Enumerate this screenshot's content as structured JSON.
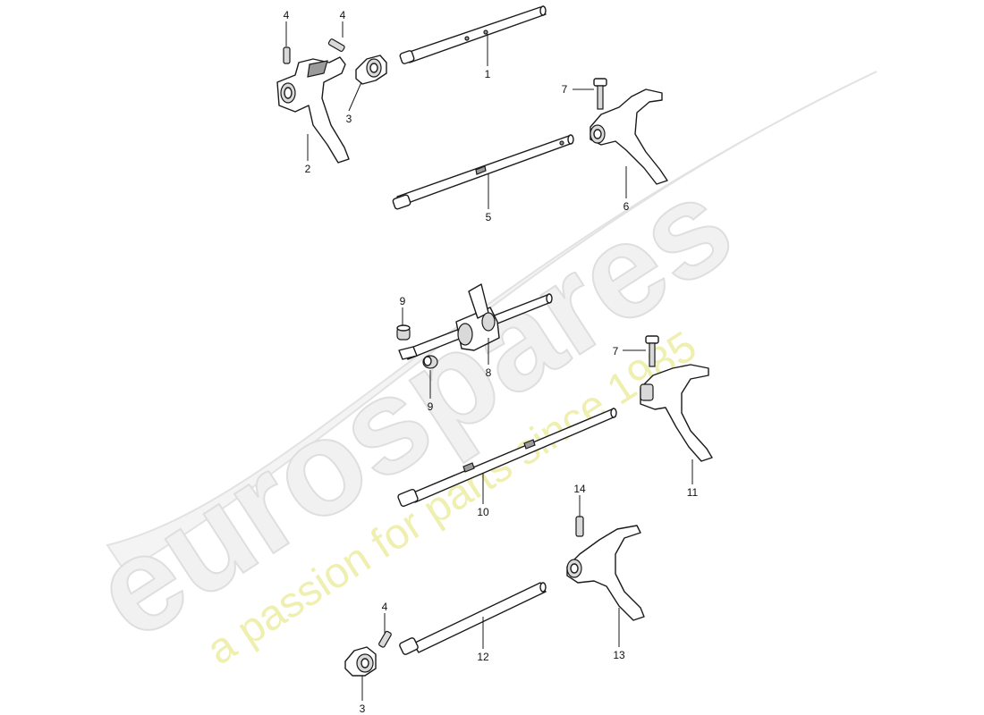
{
  "watermark": {
    "logo": "eurospares",
    "tagline": "a passion for parts since 1985",
    "logo_color": "#e6e6e6",
    "tagline_color": "#ecec9c"
  },
  "callouts": [
    {
      "id": "c4a",
      "number": "4"
    },
    {
      "id": "c4b",
      "number": "4"
    },
    {
      "id": "c1",
      "number": "1"
    },
    {
      "id": "c3a",
      "number": "3"
    },
    {
      "id": "c2",
      "number": "2"
    },
    {
      "id": "c7a",
      "number": "7"
    },
    {
      "id": "c5",
      "number": "5"
    },
    {
      "id": "c6",
      "number": "6"
    },
    {
      "id": "c9a",
      "number": "9"
    },
    {
      "id": "c8",
      "number": "8"
    },
    {
      "id": "c9b",
      "number": "9"
    },
    {
      "id": "c7b",
      "number": "7"
    },
    {
      "id": "c11",
      "number": "11"
    },
    {
      "id": "c10",
      "number": "10"
    },
    {
      "id": "c14",
      "number": "14"
    },
    {
      "id": "c4c",
      "number": "4"
    },
    {
      "id": "c12",
      "number": "12"
    },
    {
      "id": "c13",
      "number": "13"
    },
    {
      "id": "c3b",
      "number": "3"
    }
  ]
}
